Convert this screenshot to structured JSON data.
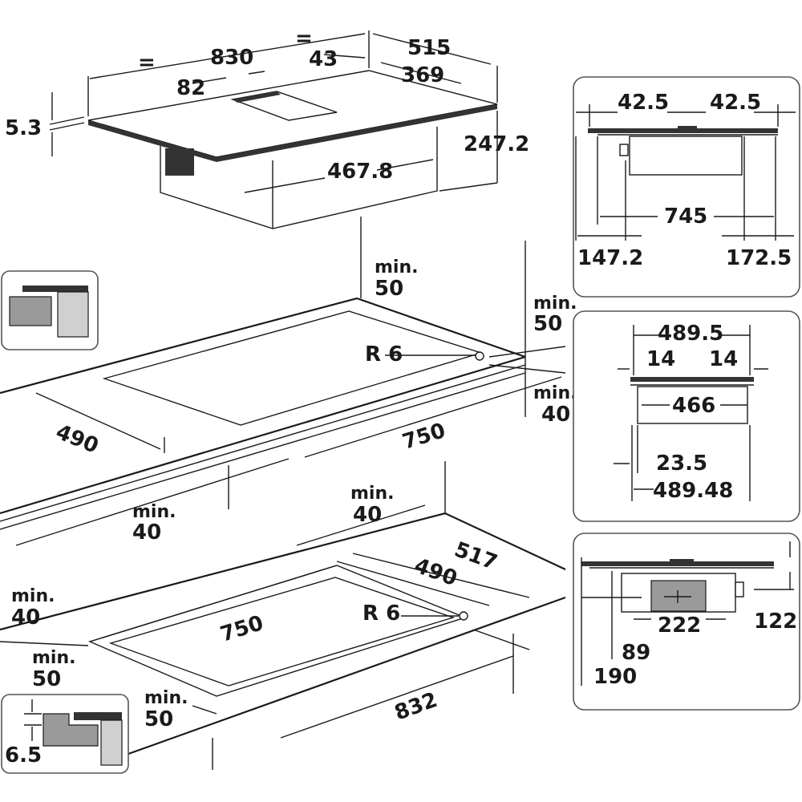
{
  "labels": {
    "eq_left": "=",
    "eq_right": "=",
    "w830": "830",
    "d515": "515",
    "d43": "43",
    "d369": "369",
    "d82": "82",
    "t53": "5.3",
    "h2472": "247.2",
    "w4678": "467.8",
    "min50_a": "min.",
    "min50_a_val": "50",
    "min50_b": "min.",
    "min50_b_val": "50",
    "min40_a": "min.",
    "min40_a_val": "40",
    "r6_top": "R 6",
    "c490_top": "490",
    "c750_top": "750",
    "min40_b": "min.",
    "min40_b_val": "40",
    "min40_c": "min.",
    "min40_c_val": "40",
    "c517": "517",
    "c490_bot": "490",
    "r6_bot": "R 6",
    "c750_bot": "750",
    "min40_d": "min.",
    "min40_d_val": "40",
    "min50_c": "min.",
    "min50_c_val": "50",
    "min50_d": "min.",
    "min50_d_val": "50",
    "c832": "832",
    "f65": "6.5",
    "p1_425a": "42.5",
    "p1_425b": "42.5",
    "p1_745": "745",
    "p1_1472": "147.2",
    "p1_1725": "172.5",
    "p2_4895": "489.5",
    "p2_14a": "14",
    "p2_14b": "14",
    "p2_466": "466",
    "p2_235": "23.5",
    "p2_48948": "489.48",
    "p3_222": "222",
    "p3_122": "122",
    "p3_89": "89",
    "p3_190": "190"
  }
}
